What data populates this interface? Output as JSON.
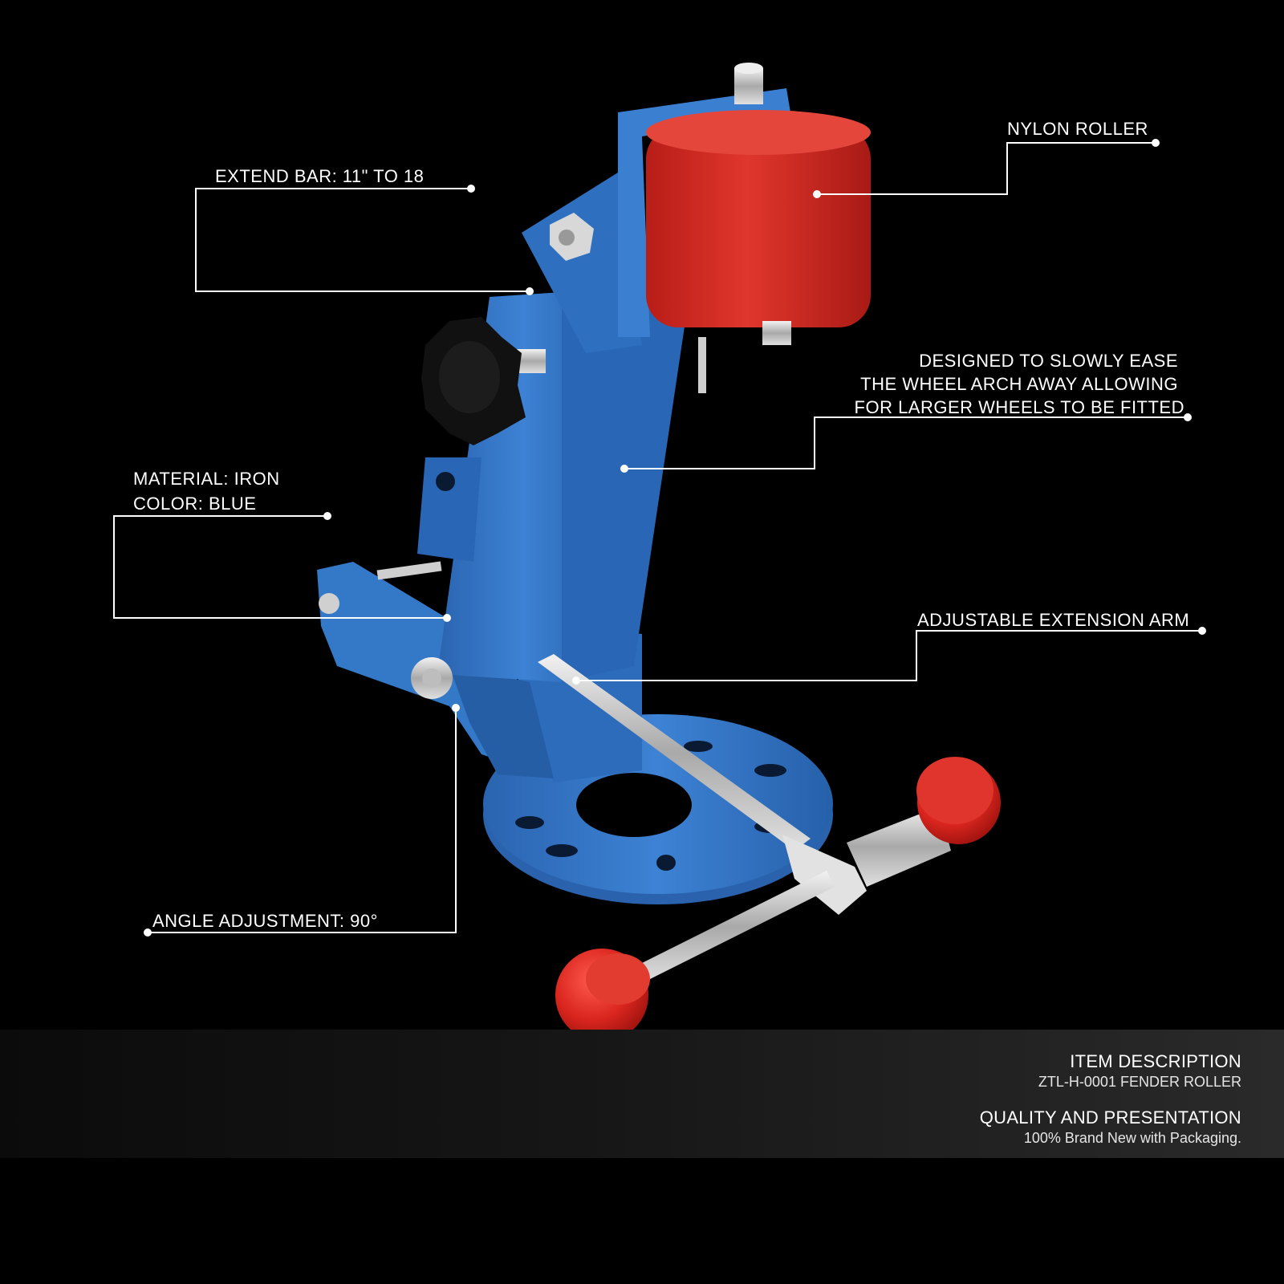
{
  "callouts": {
    "extend_bar": "EXTEND BAR: 11\" TO 18",
    "nylon_roller": "NYLON ROLLER",
    "designed_line1": "DESIGNED TO SLOWLY EASE",
    "designed_line2": "THE WHEEL ARCH AWAY ALLOWING",
    "designed_line3": "FOR LARGER WHEELS TO BE FITTED",
    "material": "MATERIAL: IRON",
    "color": "COLOR: BLUE",
    "adjustable_arm": "ADJUSTABLE EXTENSION ARM",
    "angle": "ANGLE ADJUSTMENT: 90°"
  },
  "info": {
    "item_title": "ITEM DESCRIPTION",
    "item_value": "ZTL-H-0001 FENDER ROLLER",
    "quality_title": "QUALITY AND PRESENTATION",
    "quality_value": "100% Brand New with Packaging."
  },
  "colors": {
    "background": "#000000",
    "frame_blue": "#2f72c4",
    "roller_red": "#d42a23",
    "chrome": "#c8c8c8",
    "knob_black": "#111111",
    "line_white": "#ffffff"
  }
}
